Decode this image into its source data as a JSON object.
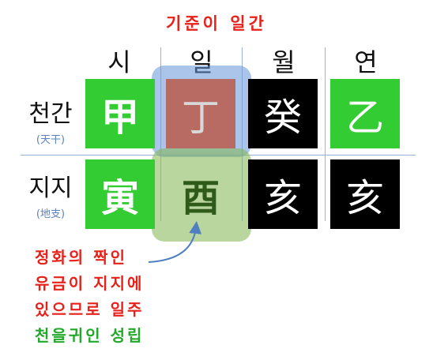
{
  "title": "기준이 일간",
  "columns": [
    "시",
    "일",
    "월",
    "연"
  ],
  "rows": [
    {
      "label": "천간",
      "sub": "(天干)"
    },
    {
      "label": "지지",
      "sub": "(地支)"
    }
  ],
  "cells": {
    "stem": [
      "甲",
      "丁",
      "癸",
      "乙"
    ],
    "branch": [
      "寅",
      "酉",
      "亥",
      "亥"
    ]
  },
  "note": {
    "lines": [
      "정화의 짝인",
      "유금이 지지에",
      "있으므로 일주",
      "천을귀인 성립"
    ],
    "colors": [
      "#e8201a",
      "#e8201a",
      "#e8201a",
      "#22a82a"
    ]
  },
  "colors": {
    "title": "#e8201a",
    "wood": "#33cc33",
    "fire": "#b86b63",
    "water": "#000000",
    "metal": "#a9cb8e",
    "highlight_blue": "#6496d7",
    "highlight_green": "#82b450",
    "arrow": "#4f7fc0"
  }
}
